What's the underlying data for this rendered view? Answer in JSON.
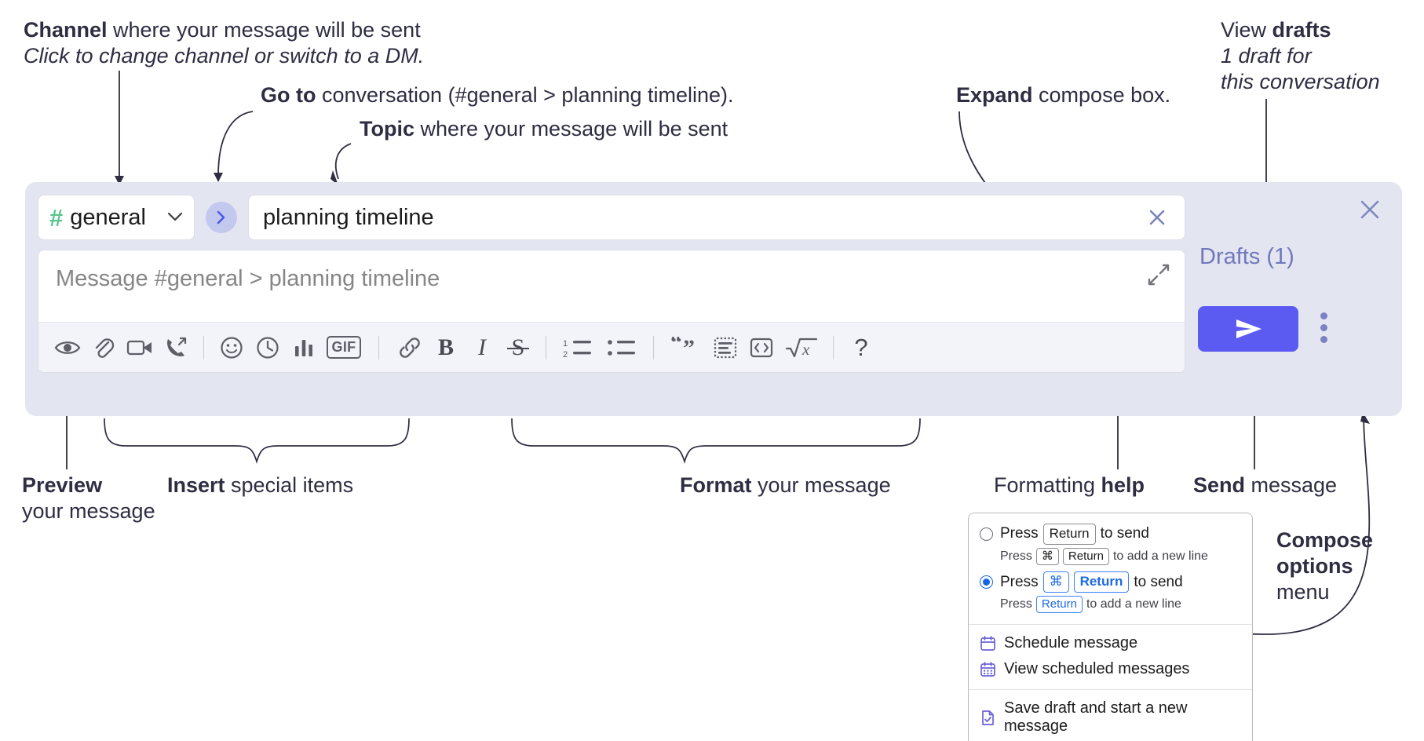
{
  "annotations": {
    "channel": {
      "bold": "Channel",
      "rest": " where your message will be sent",
      "italic": "Click to change channel or switch to a DM."
    },
    "goto": {
      "bold": "Go to",
      "rest": " conversation (#general > planning timeline)."
    },
    "topic": {
      "bold": "Topic",
      "rest": " where your message will be sent"
    },
    "expand": {
      "bold": "Expand",
      "rest": " compose box."
    },
    "drafts": {
      "plain": "View ",
      "bold": "drafts",
      "italic1": "1 draft for",
      "italic2": "this conversation"
    },
    "preview": {
      "bold": "Preview",
      "line2": "your message"
    },
    "insert": {
      "bold": "Insert",
      "rest": " special items"
    },
    "format": {
      "bold": "Format",
      "rest": " your message"
    },
    "help": {
      "plain": "Formatting ",
      "bold": "help"
    },
    "send": {
      "bold": "Send",
      "rest": " message"
    },
    "compose_options": {
      "bold1": "Compose",
      "bold2": "options",
      "plain": "menu"
    }
  },
  "compose": {
    "channel_name": "general",
    "channel_icon": "hash-icon",
    "chevron_icon": "chevron-down-icon",
    "goto_icon": "chevron-right-icon",
    "topic_value": "planning timeline",
    "topic_clear_icon": "close-icon",
    "message_placeholder": "Message #general > planning timeline",
    "expand_icon": "expand-diagonal-icon",
    "close_icon": "close-icon",
    "drafts_label": "Drafts (1)",
    "send_icon": "send-paper-plane-icon",
    "kebab_icon": "more-vertical-icon",
    "accent_color": "#5b5bf2",
    "panel_bg": "#e3e5f1",
    "hash_color": "#5cc68f",
    "drafts_color": "#7178bd"
  },
  "toolbar": {
    "groups": [
      {
        "name": "preview",
        "items": [
          {
            "name": "preview-eye-icon",
            "label": ""
          }
        ]
      },
      {
        "name": "insert",
        "items": [
          {
            "name": "attachment-paperclip-icon",
            "label": ""
          },
          {
            "name": "video-camera-icon",
            "label": ""
          },
          {
            "name": "phone-forward-icon",
            "label": ""
          },
          {
            "name": "emoji-smiley-icon",
            "label": ""
          },
          {
            "name": "clock-icon",
            "label": ""
          },
          {
            "name": "poll-bar-chart-icon",
            "label": ""
          },
          {
            "name": "gif-icon",
            "label": "GIF"
          }
        ]
      },
      {
        "name": "format",
        "items": [
          {
            "name": "link-icon",
            "label": ""
          },
          {
            "name": "bold-icon",
            "label": "B"
          },
          {
            "name": "italic-icon",
            "label": "I"
          },
          {
            "name": "strikethrough-icon",
            "label": "S"
          },
          {
            "name": "ordered-list-icon",
            "label": ""
          },
          {
            "name": "bulleted-list-icon",
            "label": ""
          },
          {
            "name": "blockquote-icon",
            "label": ""
          },
          {
            "name": "code-block-icon",
            "label": ""
          },
          {
            "name": "inline-code-icon",
            "label": ""
          },
          {
            "name": "math-icon",
            "label": ""
          }
        ]
      },
      {
        "name": "help",
        "items": [
          {
            "name": "formatting-help-icon",
            "label": "?"
          }
        ]
      }
    ]
  },
  "options_menu": {
    "option1": {
      "pre": "Press",
      "key": "Return",
      "post": "to send",
      "selected": false,
      "sub_pre": "Press",
      "sub_key1": "⌘",
      "sub_key2": "Return",
      "sub_post": "to add a new line"
    },
    "option2": {
      "pre": "Press",
      "key1": "⌘",
      "key2": "Return",
      "post": "to send",
      "selected": true,
      "sub_pre": "Press",
      "sub_key": "Return",
      "sub_post": "to add a new line"
    },
    "items": [
      {
        "icon": "calendar-schedule-icon",
        "label": "Schedule message"
      },
      {
        "icon": "calendar-grid-icon",
        "label": "View scheduled messages"
      },
      {
        "icon": "save-draft-icon",
        "label": "Save draft and start a new message"
      }
    ]
  }
}
